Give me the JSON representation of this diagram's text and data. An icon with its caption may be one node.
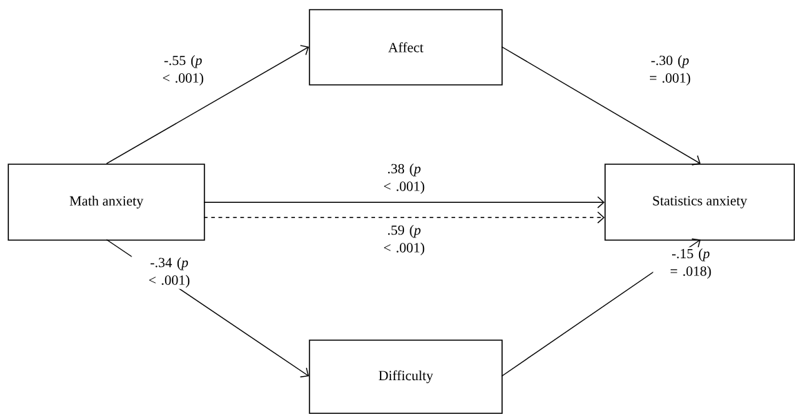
{
  "diagram": {
    "nodes": [
      {
        "text": [
          "Affect"
        ]
      },
      {
        "text": [
          "Math anxiety"
        ]
      },
      {
        "text": [
          "Statistics anxiety"
        ]
      },
      {
        "text": [
          "Difficulty"
        ]
      }
    ],
    "edges": [
      {
        "from": 1,
        "to": 0,
        "arrow": "to",
        "label": "-.55 (*p* < .001)"
      },
      {
        "from": 0,
        "to": 2,
        "arrow": "to",
        "label": "-.30 (*p* = .001)"
      },
      {
        "from": 1,
        "to": 2,
        "arrow": "to",
        "label": ".38 (*p* < .001)"
      },
      {
        "from": 1,
        "to": 2,
        "arrow": "to",
        "label": ".59 (*p* < .001)",
        "style": "dashed"
      },
      {
        "from": 1,
        "to": 3,
        "arrow": "to",
        "label": "-.34 (*p* < .001)"
      },
      {
        "from": 3,
        "to": 2,
        "arrow": "to",
        "label": "-.15 (*p* = .018)"
      }
    ]
  }
}
